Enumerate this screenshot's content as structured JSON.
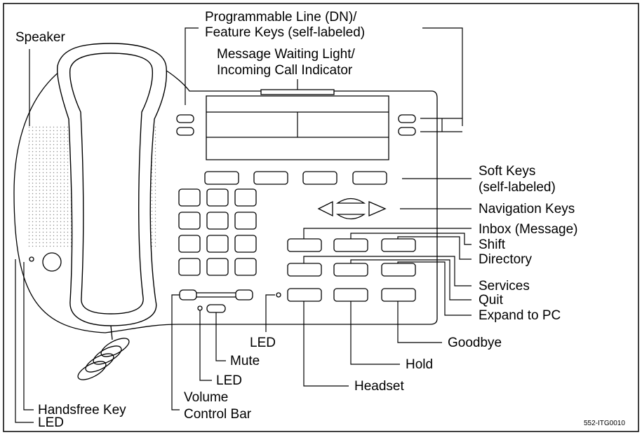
{
  "labels": {
    "prog_line_1": "Programmable Line (DN)/",
    "prog_line_2": "Feature Keys (self-labeled)",
    "msg_light_1": "Message Waiting Light/",
    "msg_light_2": "Incoming Call Indicator",
    "speaker": "Speaker",
    "soft_keys_1": "Soft Keys",
    "soft_keys_2": "(self-labeled)",
    "navigation_keys": "Navigation Keys",
    "inbox": "Inbox (Message)",
    "shift": "Shift",
    "directory": "Directory",
    "services": "Services",
    "quit": "Quit",
    "expand_to_pc": "Expand to PC",
    "goodbye": "Goodbye",
    "hold": "Hold",
    "headset": "Headset",
    "led_upper": "LED",
    "mute": "Mute",
    "led_mid": "LED",
    "volume_1": "Volume",
    "volume_2": "Control Bar",
    "handsfree_key": "Handsfree Key",
    "led_bottom": "LED",
    "figure_id": "552-ITG0010"
  }
}
